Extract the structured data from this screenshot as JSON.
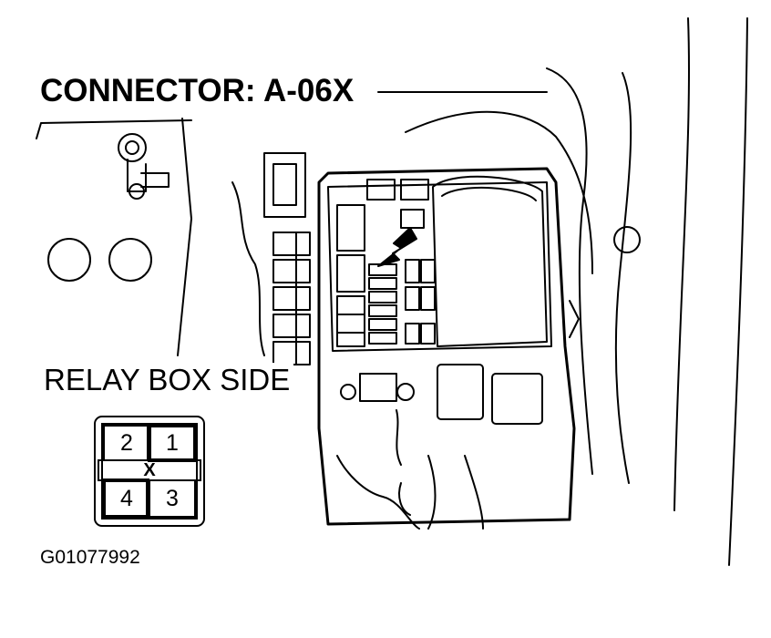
{
  "title": "CONNECTOR: A-06X",
  "subtitle": "RELAY BOX SIDE",
  "figure_id": "G01077992",
  "connector": {
    "pins": [
      "2",
      "1",
      "4",
      "3"
    ],
    "key_mark": "X"
  },
  "colors": {
    "line": "#000000",
    "background": "#ffffff"
  }
}
